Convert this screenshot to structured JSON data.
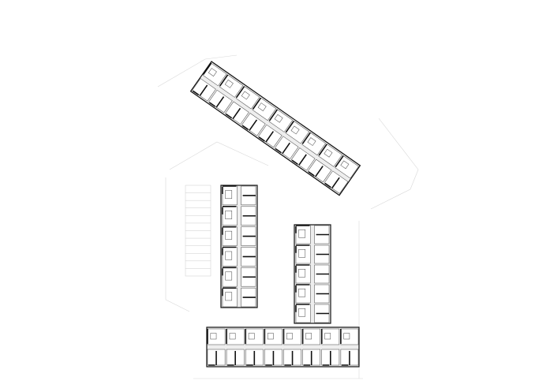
{
  "plan": {
    "type": "floor-plan",
    "wings": [
      {
        "id": "rotated-north-wing",
        "units": 9
      },
      {
        "id": "west-wing",
        "units": 6
      },
      {
        "id": "east-wing",
        "units": 5
      },
      {
        "id": "south-wing",
        "units": 8
      }
    ],
    "parking_bays": 12,
    "colors": {
      "wall": "#111111",
      "corridor": "#eeeeee",
      "site": "#d8d8d8"
    }
  }
}
